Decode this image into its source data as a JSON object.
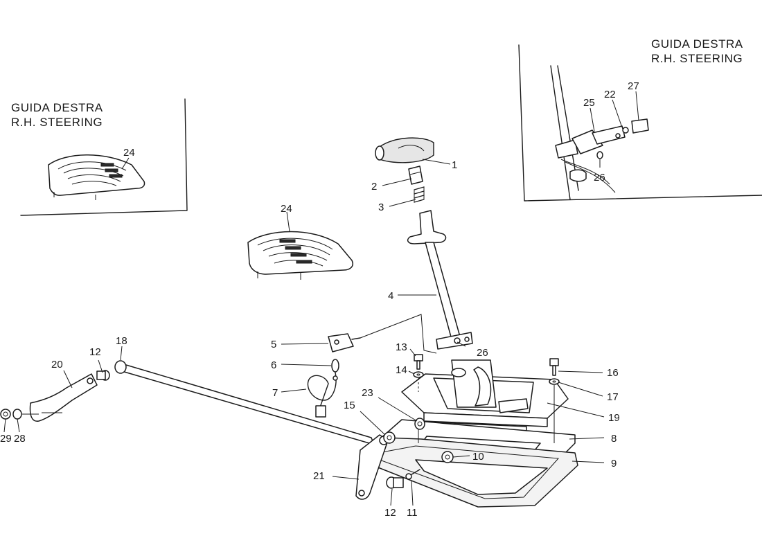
{
  "insets": {
    "left": {
      "line1": "GUIDA DESTRA",
      "line2": "R.H. STEERING"
    },
    "right": {
      "line1": "GUIDA DESTRA",
      "line2": "R.H. STEERING"
    }
  },
  "callouts": {
    "c1": "1",
    "c2": "2",
    "c3": "3",
    "c4": "4",
    "c5": "5",
    "c6": "6",
    "c7": "7",
    "c8": "8",
    "c9": "9",
    "c10": "10",
    "c11": "11",
    "c12a": "12",
    "c12b": "12",
    "c13": "13",
    "c14": "14",
    "c15": "15",
    "c16": "16",
    "c17": "17",
    "c18": "18",
    "c19": "19",
    "c20": "20",
    "c21": "21",
    "c22": "22",
    "c23": "23",
    "c24a": "24",
    "c24b": "24",
    "c25": "25",
    "c26a": "26",
    "c26b": "26",
    "c27": "27",
    "c28": "28",
    "c29": "29"
  }
}
